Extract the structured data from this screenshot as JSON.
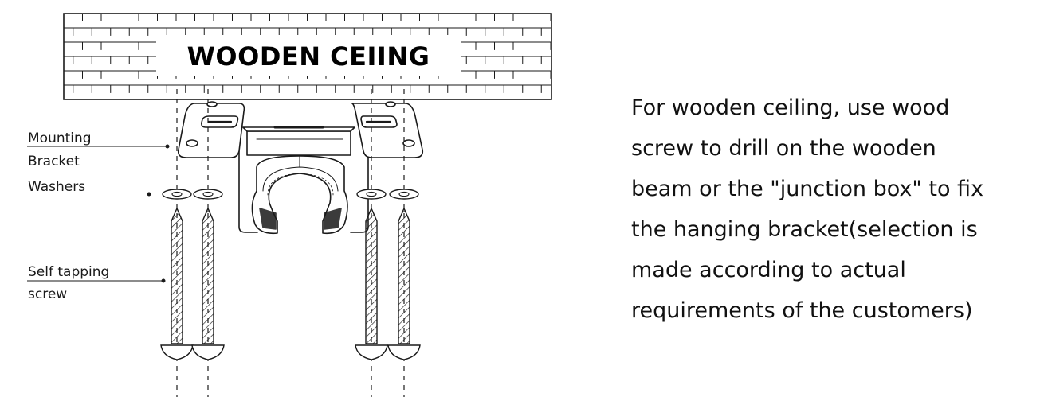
{
  "ceiling_label": "WOODEN CEIING",
  "callouts": {
    "mounting_bracket": [
      "Mounting",
      "Bracket"
    ],
    "washers": "Washers",
    "self_tapping_screw": [
      "Self tapping",
      "screw"
    ]
  },
  "description": [
    "For wooden ceiling, use wood",
    "screw to drill on the wooden",
    "beam or the \"junction box\" to fix",
    "the hanging bracket(selection is",
    "made according to actual",
    "requirements of the customers)"
  ],
  "colors": {
    "line": "#1a1a1a",
    "background": "#ffffff"
  }
}
